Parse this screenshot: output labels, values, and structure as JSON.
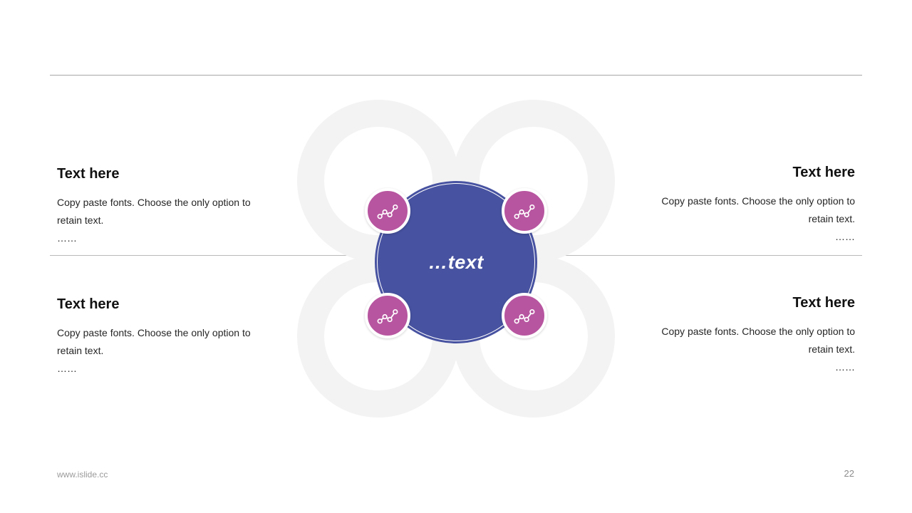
{
  "slide": {
    "footer": {
      "url": "www.islide.cc",
      "page_number": "22"
    }
  },
  "center": {
    "label": "…text"
  },
  "sections": [
    {
      "id": "top-left",
      "title": "Text here",
      "body": "Copy paste fonts. Choose the only option to retain text.",
      "more": "……"
    },
    {
      "id": "top-right",
      "title": "Text here",
      "body": "Copy paste fonts. Choose the only option to retain text.",
      "more": "……"
    },
    {
      "id": "bottom-left",
      "title": "Text here",
      "body": "Copy paste fonts. Choose the only option to retain text.",
      "more": "……"
    },
    {
      "id": "bottom-right",
      "title": "Text here",
      "body": "Copy paste fonts. Choose the only option to retain text.",
      "more": "……"
    }
  ],
  "icons": {
    "node_icon": "trend-line-icon"
  },
  "colors": {
    "primary_blue": "#4752a0",
    "accent_pink": "#b855a0",
    "petal_gray": "#f3f3f3",
    "rule_gray": "#a7a7a7"
  }
}
